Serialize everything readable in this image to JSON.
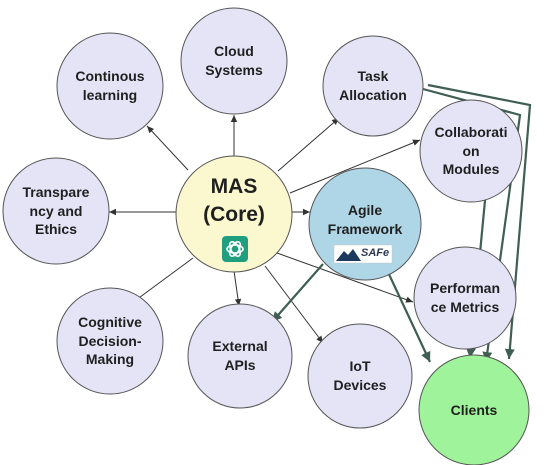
{
  "diagram": {
    "core": {
      "label_line1": "MAS",
      "label_line2": "(Core)",
      "icon": "openai-logo-icon"
    },
    "agile": {
      "label": "Agile\nFramework",
      "logo_text": "SAFe",
      "logo_icon": "safe-mountain-logo"
    },
    "nodes": [
      {
        "id": "cloud",
        "label": "Cloud\nSystems"
      },
      {
        "id": "learning",
        "label": "Continous\nlearning"
      },
      {
        "id": "task",
        "label": "Task\nAllocation"
      },
      {
        "id": "collab",
        "label": "Collaborati\non\nModules"
      },
      {
        "id": "transparency",
        "label": "Transpare\nncy and\nEthics"
      },
      {
        "id": "performance",
        "label": "Performan\nce Metrics"
      },
      {
        "id": "cognitive",
        "label": "Cognitive\nDecision-\nMaking"
      },
      {
        "id": "apis",
        "label": "External\nAPIs"
      },
      {
        "id": "iot",
        "label": "IoT\nDevices"
      },
      {
        "id": "clients",
        "label": "Clients"
      }
    ],
    "colors": {
      "node_fill": "#e4e4f6",
      "core_fill": "#fbf7cf",
      "agile_fill": "#aed6e6",
      "clients_fill": "#9ff39a",
      "stroke": "#555555",
      "thin_arrow": "#333333",
      "thick_arrow": "#3e5f52"
    }
  }
}
